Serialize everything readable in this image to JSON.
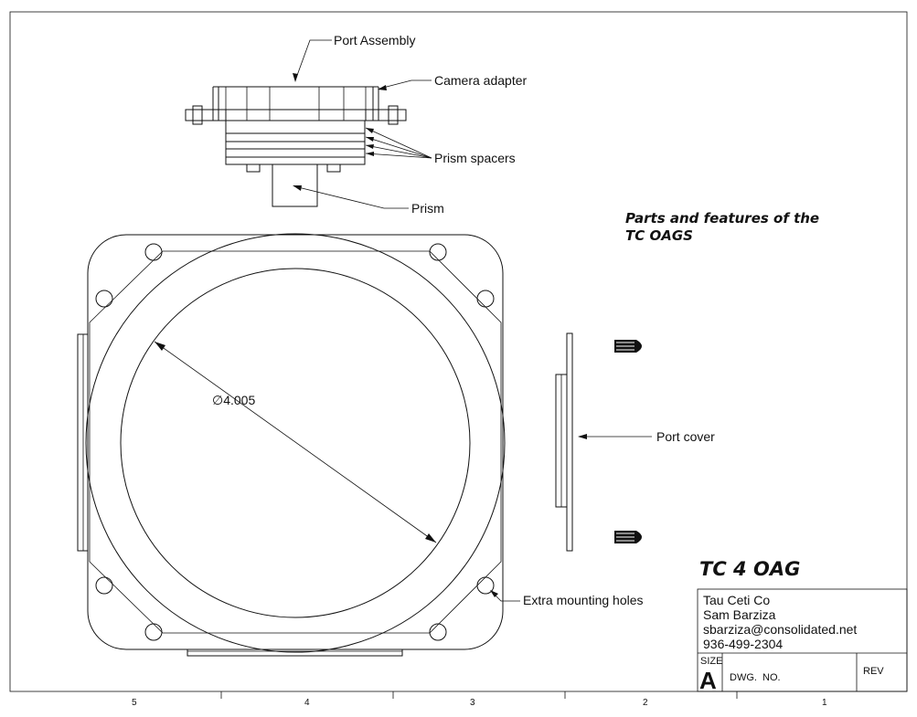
{
  "callouts": {
    "port_assembly": "Port Assembly",
    "camera_adapter": "Camera adapter",
    "prism_spacers": "Prism spacers",
    "prism": "Prism",
    "port_cover": "Port cover",
    "extra_mounting_holes": "Extra mounting holes"
  },
  "note": {
    "line1": "Parts and features of the",
    "line2": "TC OAGS"
  },
  "dimension": {
    "diameter": "∅4.005"
  },
  "title_block": {
    "drawing_title": "TC 4 OAG",
    "company": "Tau Ceti Co",
    "author": "Sam Barziza",
    "email": "sbarziza@consolidated.net",
    "phone": "936-499-2304",
    "size_label": "SIZE",
    "size_value": "A",
    "dwg_no_label": "DWG.  NO.",
    "rev_label": "REV"
  },
  "zones": [
    "5",
    "4",
    "3",
    "2",
    "1"
  ]
}
